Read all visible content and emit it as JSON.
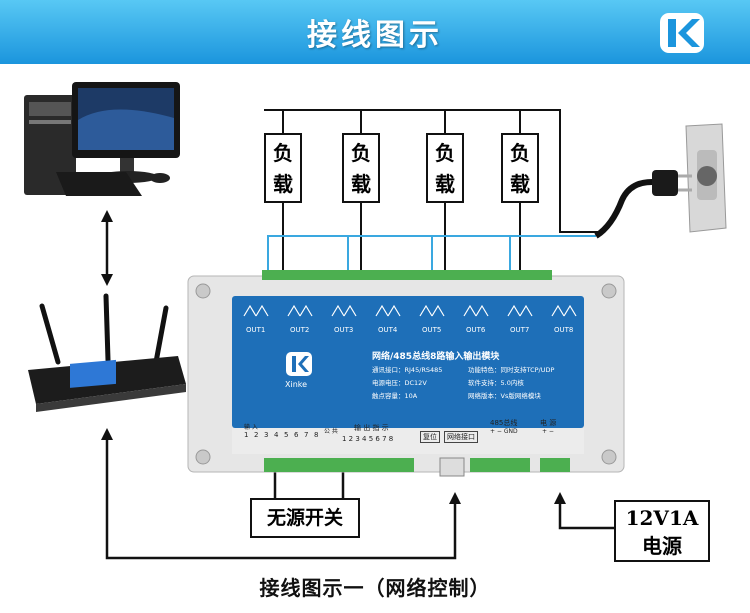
{
  "header": {
    "title": "接线图示"
  },
  "loads": [
    "负",
    "载"
  ],
  "load_count": 4,
  "module": {
    "brand": "Xinke",
    "title": "网络/485总线8路输入输出模块",
    "outputs": [
      "OUT1",
      "OUT2",
      "OUT3",
      "OUT4",
      "OUT5",
      "OUT6",
      "OUT7",
      "OUT8"
    ],
    "specs": [
      "通讯接口：RJ45/RS485",
      "电源电压：DC12V",
      "触点容量：10A",
      "功能特色：同时支持TCP/UDP",
      "软件支持：5.0内核",
      "网络版本：Vs版网络模块"
    ],
    "input_header_label": "输 入",
    "input_numbers": [
      "1",
      "2",
      "3",
      "4",
      "5",
      "6",
      "7",
      "8"
    ],
    "common_label": "公 共",
    "indicator_label": "输 出 指 示",
    "indicator_numbers": "1 2 3 4 5 6 7 8",
    "reset_label": "复位",
    "network_port_label": "网络接口",
    "bus_label": "485总线",
    "bus_pins": "+  −  GND",
    "power_label": "电 源",
    "power_pins": "+  −"
  },
  "passive_switch_label": "无源开关",
  "power_supply": {
    "line1": "12V1A",
    "line2": "电源"
  },
  "caption": "接线图示一（网络控制）",
  "colors": {
    "header": "#1b95dd",
    "panel": "#1e6fb8",
    "cable": "#3aa8e0"
  }
}
